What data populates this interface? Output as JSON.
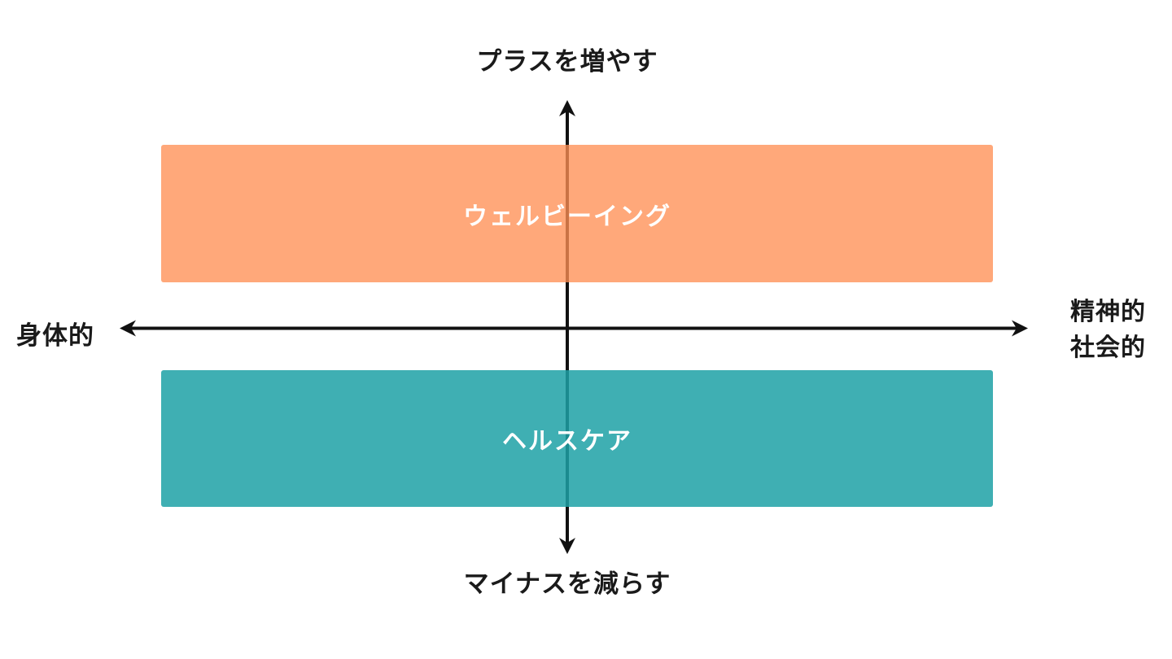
{
  "diagram": {
    "type": "two-axis-concept-diagram",
    "background_color": "#ffffff",
    "axis_color": "#111111",
    "text_color": "#1a1a1a",
    "band_text_color": "#ffffff",
    "vertical_axis": {
      "top_label": "プラスを増やす",
      "bottom_label": "マイナスを減らす"
    },
    "horizontal_axis": {
      "left_label": "身体的",
      "right_label_line1": "精神的",
      "right_label_line2": "社会的"
    },
    "bands": {
      "top": {
        "label": "ウェルビーイング",
        "color": "rgba(255,144,85,0.78)",
        "solid_hex": "#FFA87A"
      },
      "bottom": {
        "label": "ヘルスケア",
        "color": "rgba(29,161,166,0.85)",
        "solid_hex": "#3FAFB3"
      }
    }
  }
}
